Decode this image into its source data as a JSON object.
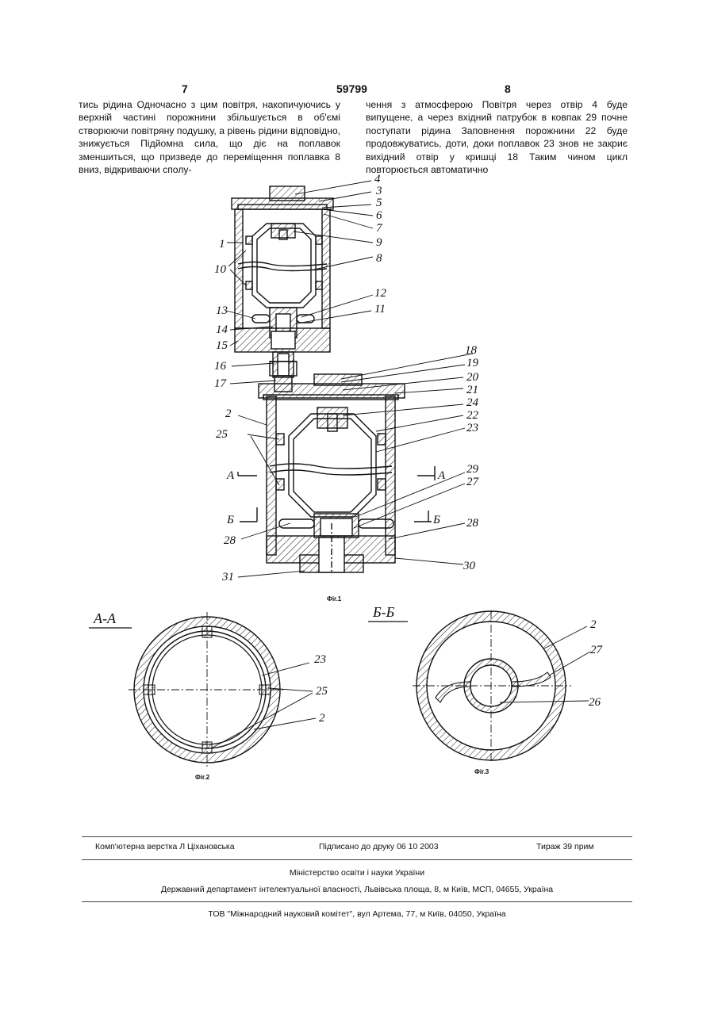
{
  "header": {
    "left_page": "7",
    "patent_number": "59799",
    "right_page": "8"
  },
  "text": {
    "left_column": "тись рідина Одночасно з цим повітря, накопичуючись у верхній частині порожнини збільшується в об'ємі створюючи повітряну подушку, а рівень рідини відповідно, знижується Підйомна сила, що діє на поплавок зменшиться, що призведе до переміщення поплавка 8 вниз, відкриваючи сполу-",
    "right_column": "чення з атмосферою Повітря через отвір 4 буде випущене, а через вхідний патрубок в ковпак 29 почне поступати рідина Заповнення порожнини 22 буде продовжуватись, доти, доки поплавок 23 знов не закриє вихідний отвір у кришці 18 Таким чином цикл повторюється автоматично"
  },
  "figure1": {
    "caption": "Фіг.1",
    "labels_right": [
      "4",
      "3",
      "5",
      "6",
      "7",
      "9",
      "8",
      "12",
      "11",
      "18",
      "19",
      "20",
      "21",
      "24",
      "22",
      "23",
      "29",
      "27",
      "28",
      "30"
    ],
    "labels_left": [
      "1",
      "10",
      "13",
      "14",
      "15",
      "16",
      "17",
      "2",
      "25",
      "А",
      "Б",
      "28",
      "31"
    ],
    "section_marks": [
      "А",
      "Б"
    ]
  },
  "figure2": {
    "title": "А-А",
    "caption": "Фіг.2",
    "labels": [
      "23",
      "25",
      "2"
    ]
  },
  "figure3": {
    "title": "Б-Б",
    "caption": "Фіг.3",
    "labels": [
      "2",
      "27",
      "26"
    ]
  },
  "footer": {
    "layout": "Комп'ютерна верстка Л Ціхановська",
    "signed": "Підписано до друку 06 10 2003",
    "circulation": "Тираж 39 прим",
    "ministry": "Міністерство освіти і науки України",
    "department": "Державний департамент інтелектуальної власності, Львівська площа, 8, м Київ, МСП, 04655, Україна",
    "company": "ТОВ \"Міжнародний науковий комітет\", вул Артема, 77, м Київ, 04050, Україна"
  }
}
